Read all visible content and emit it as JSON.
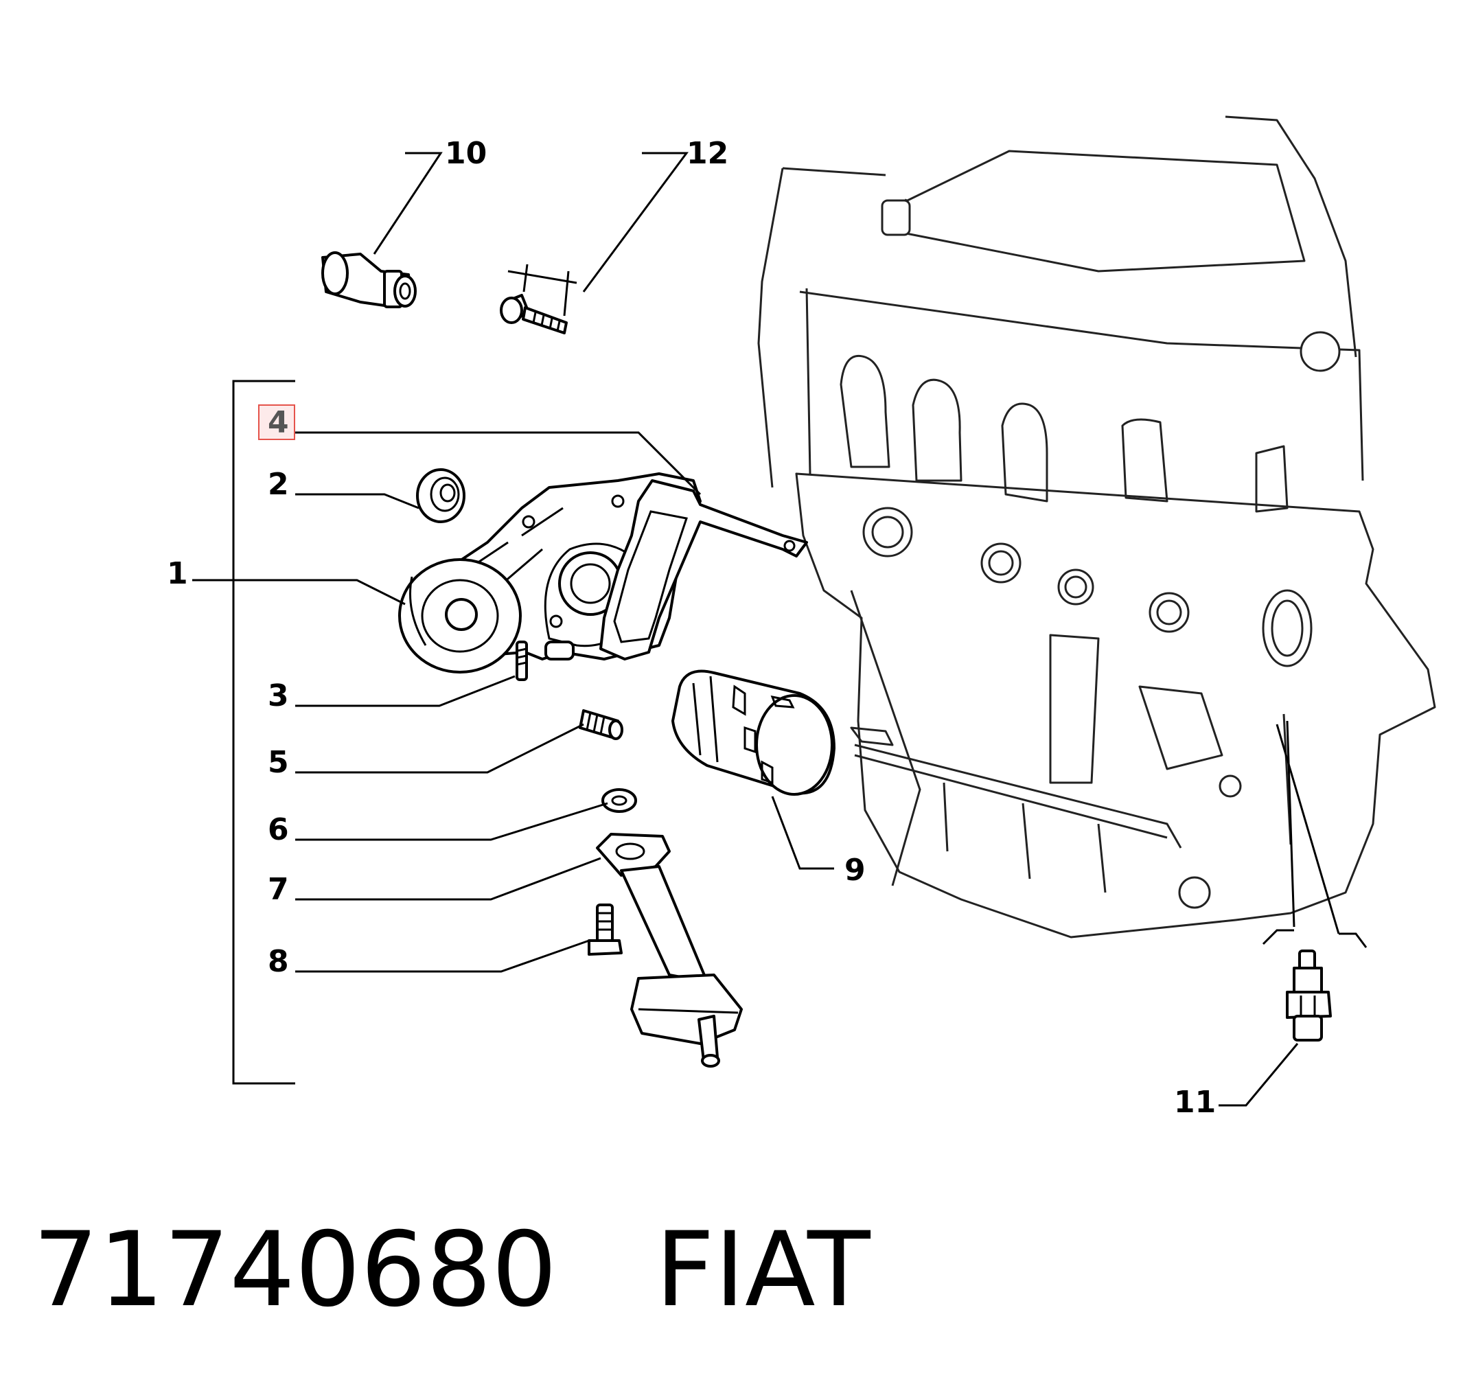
{
  "callouts": {
    "c1": "1",
    "c2": "2",
    "c3": "3",
    "c4": "4",
    "c5": "5",
    "c6": "6",
    "c7": "7",
    "c8": "8",
    "c9": "9",
    "c10": "10",
    "c11": "11",
    "c12": "12"
  },
  "highlight": {
    "callout": "4",
    "color": "#e5534b"
  },
  "footer": {
    "part_number": "71740680",
    "brand": "FIAT"
  }
}
